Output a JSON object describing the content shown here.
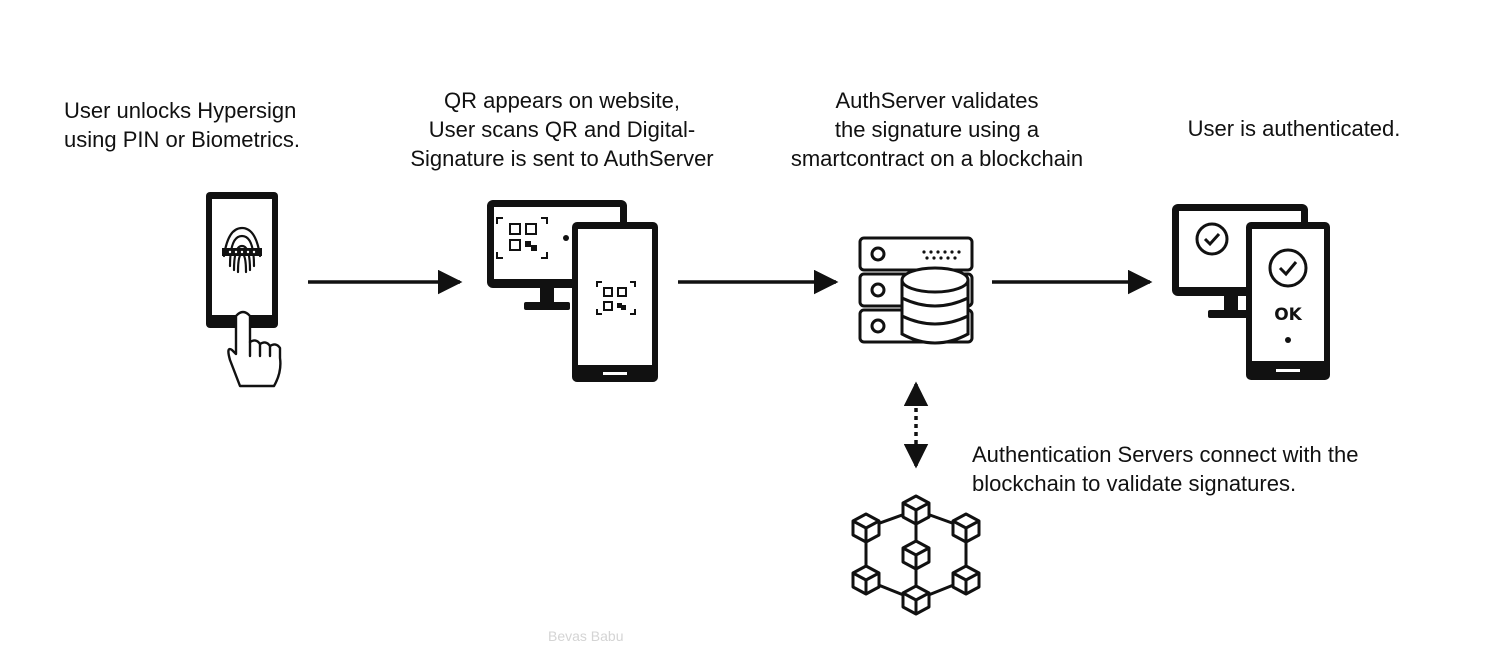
{
  "steps": [
    {
      "lines": [
        "User unlocks Hypersign",
        "using PIN or Biometrics."
      ],
      "icon": "phone-fingerprint-icon"
    },
    {
      "lines": [
        "QR appears on website,",
        "User scans QR  and Digital-",
        "Signature is sent to AuthServer"
      ],
      "icon": "qr-scan-devices-icon"
    },
    {
      "lines": [
        "AuthServer validates",
        "the signature using a",
        "smartcontract on a blockchain"
      ],
      "icon": "server-database-icon"
    },
    {
      "lines": [
        "User is authenticated."
      ],
      "icon": "authenticated-devices-icon"
    }
  ],
  "blockchain": {
    "lines": [
      "Authentication Servers connect with the",
      "blockchain to validate signatures."
    ],
    "icon": "blockchain-network-icon"
  },
  "device_ok_label": "OK",
  "watermark": "Bevas Babu",
  "colors": {
    "stroke": "#111111",
    "background": "#ffffff"
  }
}
